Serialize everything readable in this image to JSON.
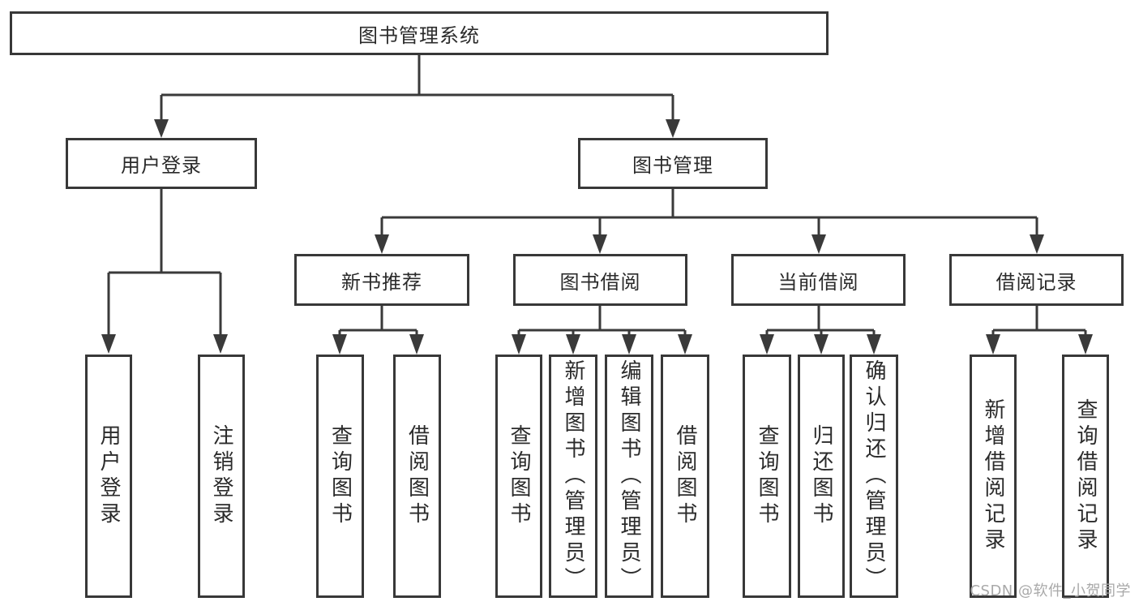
{
  "tree": {
    "root": {
      "label": "图书管理系统"
    },
    "branches": [
      {
        "label": "用户登录",
        "children": [
          {
            "label": "用户登录"
          },
          {
            "label": "注销登录"
          }
        ]
      },
      {
        "label": "图书管理",
        "children": [
          {
            "label": "新书推荐",
            "children": [
              {
                "label": "查询图书"
              },
              {
                "label": "借阅图书"
              }
            ]
          },
          {
            "label": "图书借阅",
            "children": [
              {
                "label": "查询图书"
              },
              {
                "label": "新增图书（管理员）"
              },
              {
                "label": "编辑图书（管理员）"
              },
              {
                "label": "借阅图书"
              }
            ]
          },
          {
            "label": "当前借阅",
            "children": [
              {
                "label": "查询图书"
              },
              {
                "label": "归还图书"
              },
              {
                "label": "确认归还（管理员）"
              }
            ]
          },
          {
            "label": "借阅记录",
            "children": [
              {
                "label": "新增借阅记录"
              },
              {
                "label": "查询借阅记录"
              }
            ]
          }
        ]
      }
    ]
  },
  "watermark": {
    "text": "CSDN @软件_小贺同学"
  },
  "colors": {
    "background": "#ffffff",
    "box_border": "#383838",
    "line": "#3a3a3a",
    "text": "#2b2b2b",
    "watermark": "#a9a9a9"
  }
}
